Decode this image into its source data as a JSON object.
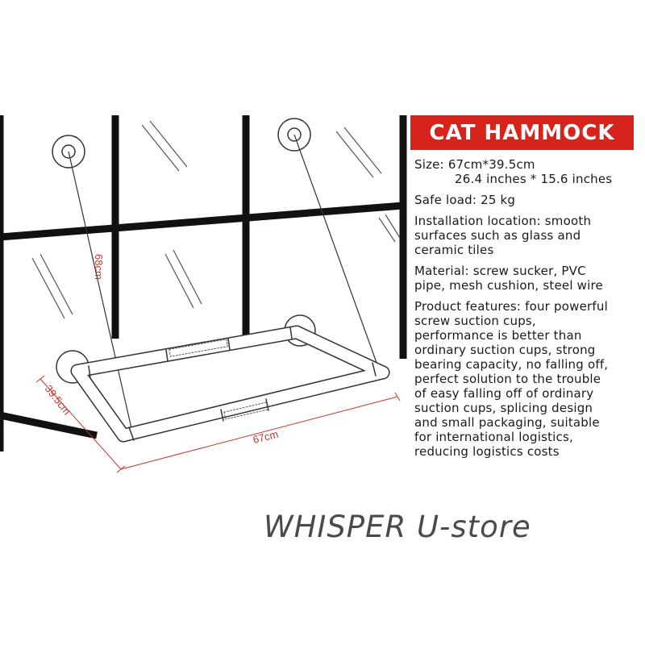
{
  "title": "CAT HAMMOCK",
  "dimensions": {
    "height_label": "68cm",
    "width_label": "67cm",
    "depth_label": "39.5cm"
  },
  "specs": {
    "size_line1": "Size: 67cm*39.5cm",
    "size_line2": "26.4 inches * 15.6 inches",
    "safe_load": "Safe load: 25 kg",
    "installation": [
      "Installation location: smooth",
      "surfaces such as glass and",
      "ceramic tiles"
    ],
    "material": [
      "Material: screw sucker, PVC",
      "pipe, mesh cushion, steel wire"
    ],
    "features": [
      "Product features: four powerful",
      "screw suction cups,",
      "performance is better than",
      "ordinary suction cups, strong",
      "bearing capacity, no falling off,",
      "perfect solution to the trouble",
      "of easy falling off of ordinary",
      "suction cups, splicing design",
      "and small packaging, suitable",
      "for international logistics,",
      "reducing logistics costs"
    ]
  },
  "watermark": "WHISPER U-store",
  "colors": {
    "title_bg": "#d6231c",
    "dimension_lines": "#c0392b"
  }
}
